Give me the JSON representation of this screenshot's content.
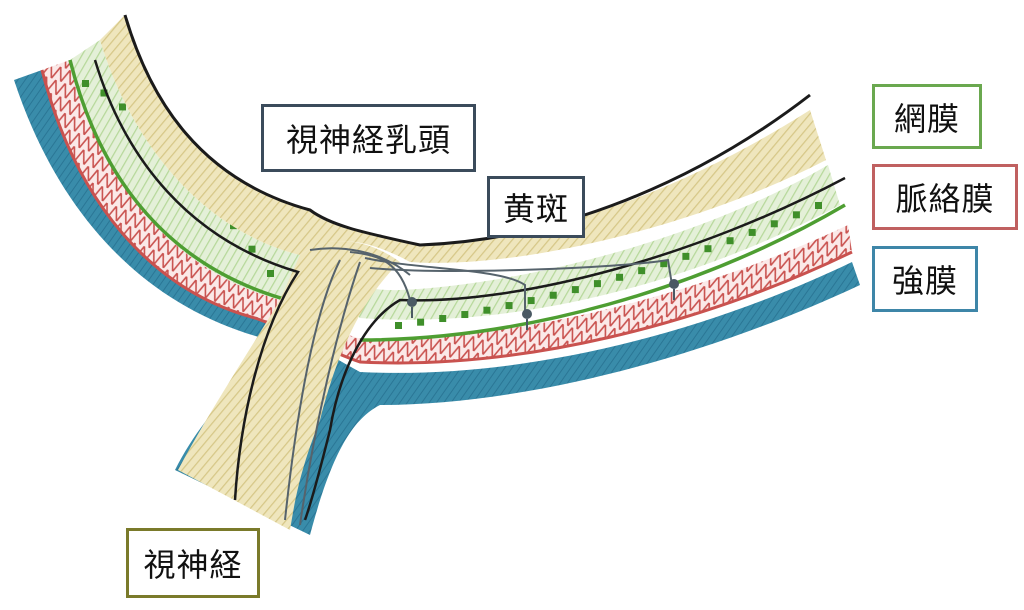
{
  "labels": {
    "optic_disc": "視神経乳頭",
    "macula": "黄斑",
    "retina": "網膜",
    "choroid": "脈絡膜",
    "sclera": "強膜",
    "optic_nerve": "視神経"
  },
  "colors": {
    "sclera": "#2f86a6",
    "choroid": "#c9524f",
    "retina": "#5fae3f",
    "nerve_fiber": "#d8c98a",
    "outline": "#1b1b1b",
    "vessel": "#4f5f6a",
    "box_dark": "#3b4b5b",
    "box_retina": "#6aa84f",
    "box_choroid": "#c06060",
    "box_sclera": "#3e86a8",
    "box_nerve": "#7a7a2a"
  }
}
